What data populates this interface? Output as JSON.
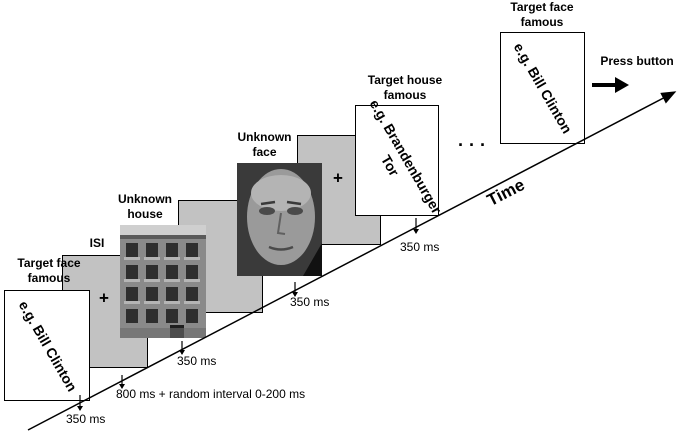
{
  "labels": {
    "target_face_1": [
      "Target face",
      "famous"
    ],
    "isi": "ISI",
    "unknown_house": [
      "Unknown",
      "house"
    ],
    "unknown_face": [
      "Unknown",
      "face"
    ],
    "target_house": [
      "Target house",
      "famous"
    ],
    "target_face_2": [
      "Target face",
      "famous"
    ]
  },
  "stimuli": {
    "bill_clinton_1": [
      "e.g. Bill Clinton"
    ],
    "brandenburger": [
      "e.g. Brandenburger",
      "Tor"
    ],
    "bill_clinton_2": [
      "e.g. Bill Clinton"
    ],
    "fixation": "+"
  },
  "timings": {
    "t1": "350 ms",
    "t2": "800 ms + random interval 0-200 ms",
    "t3": "350 ms",
    "t4": "350 ms",
    "t5": "350 ms"
  },
  "axis": {
    "time_label": "Time",
    "ellipsis": "· · ·"
  },
  "response": {
    "press_button": "Press button"
  }
}
